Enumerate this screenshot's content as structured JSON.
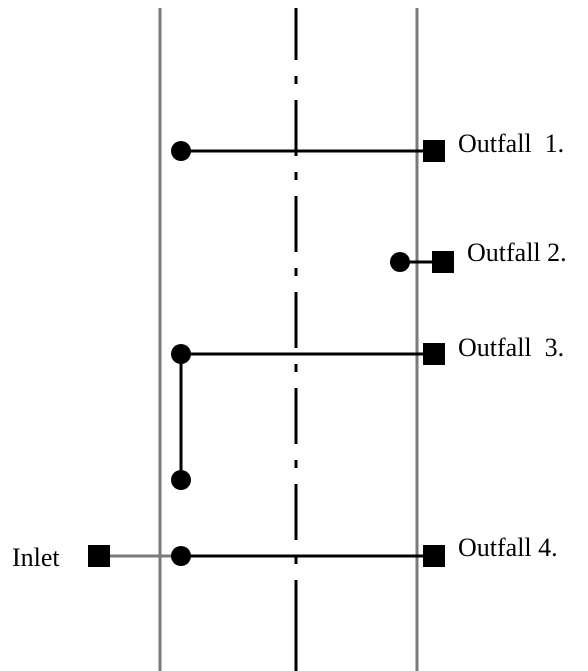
{
  "diagram": {
    "labels": {
      "outfall_1": "Outfall  1.",
      "outfall_2": "Outfall 2.",
      "outfall_3": "Outfall  3.",
      "outfall_4": "Outfall 4.",
      "inlet": "Inlet"
    },
    "colors": {
      "edge_lines": "#7a7a7a",
      "ink": "#000000",
      "background": "#ffffff"
    }
  }
}
